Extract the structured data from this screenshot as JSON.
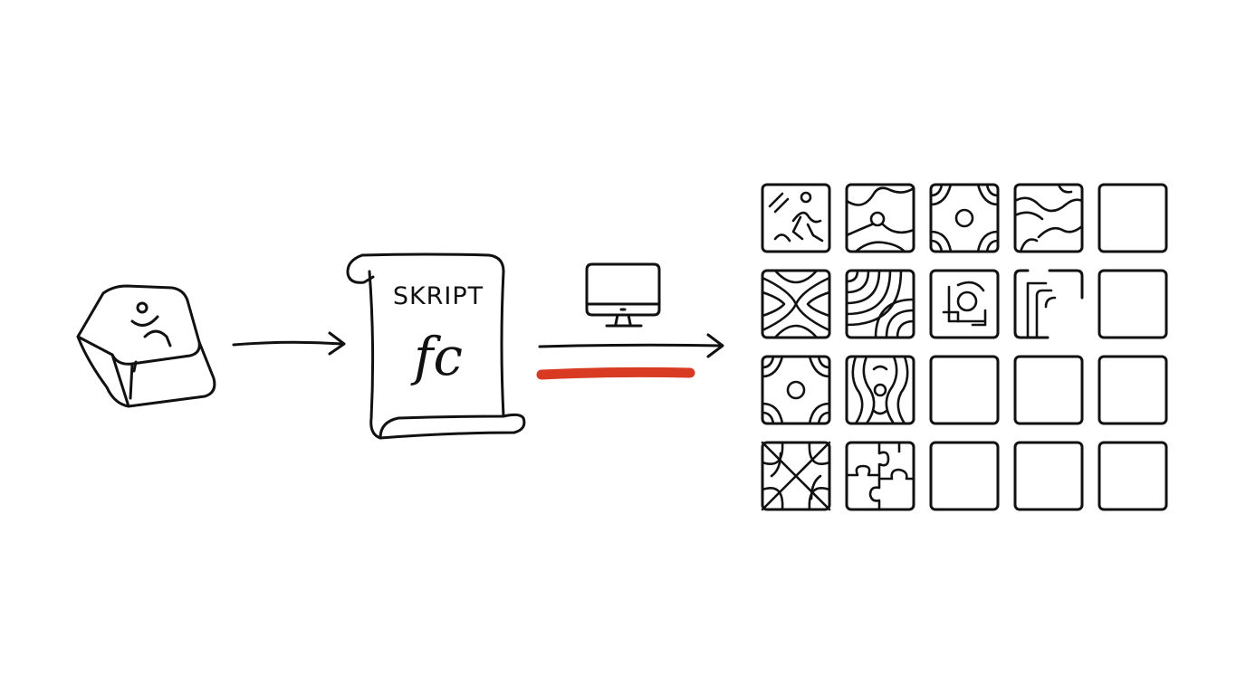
{
  "colors": {
    "ink": "#111111",
    "highlight": "#d93a22",
    "background": "#ffffff"
  },
  "nodes": [
    {
      "id": "key",
      "icon": "keyboard-key-icon"
    },
    {
      "id": "script",
      "icon": "script-scroll-icon",
      "title": "SKRIPT",
      "signature": "fc"
    },
    {
      "id": "computer",
      "icon": "computer-monitor-icon"
    },
    {
      "id": "tiles",
      "icon": "tile-grid-icon",
      "rows": 4,
      "cols": 5
    }
  ],
  "tiles": [
    "runner",
    "wavy-circle",
    "radial-rings",
    "wavy-lines",
    "empty",
    "x-curves",
    "arcs",
    "circle-bracket",
    "corner-arcs",
    "empty",
    "radial-rings",
    "concentric-waves",
    "empty",
    "empty",
    "empty",
    "star-curves",
    "puzzle",
    "empty",
    "empty",
    "empty"
  ]
}
